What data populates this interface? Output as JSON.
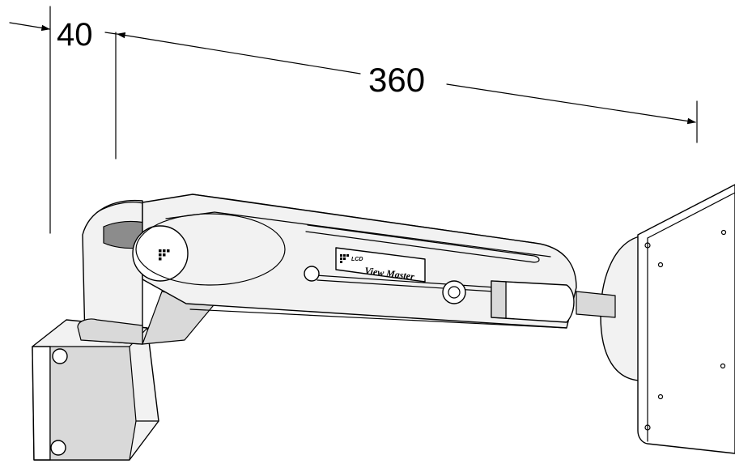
{
  "dimensions": {
    "offset_label": "40",
    "reach_label": "360"
  },
  "logo": {
    "line1": "LCD",
    "line2": "View Master"
  },
  "colors": {
    "line": "#000000",
    "fill_light": "#f2f2f2",
    "fill_shade": "#d9d9d9",
    "background": "#ffffff"
  }
}
